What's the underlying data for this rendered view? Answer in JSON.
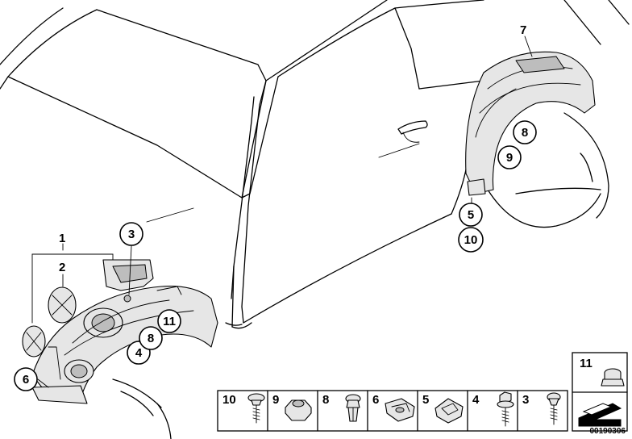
{
  "diagram": {
    "callouts": {
      "c1": "1",
      "c2": "2",
      "c3": "3",
      "c4": "4",
      "c5": "5",
      "c6": "6",
      "c7": "7",
      "c8a": "8",
      "c8b": "8",
      "c9": "9",
      "c10": "10",
      "c11": "11"
    },
    "fastener_strip": {
      "items": [
        {
          "label": "10",
          "icon": "screw-washer-icon"
        },
        {
          "label": "9",
          "icon": "hex-nut-icon"
        },
        {
          "label": "8",
          "icon": "expanding-rivet-icon"
        },
        {
          "label": "6",
          "icon": "spring-nut-icon"
        },
        {
          "label": "5",
          "icon": "clip-nut-icon"
        },
        {
          "label": "4",
          "icon": "hex-flange-bolt-icon"
        },
        {
          "label": "3",
          "icon": "torx-screw-icon"
        }
      ]
    },
    "side_box": {
      "label": "11",
      "icon": "collar-nut-icon"
    },
    "pointer_icon": "arrow-icon",
    "document_number": "00190306"
  }
}
